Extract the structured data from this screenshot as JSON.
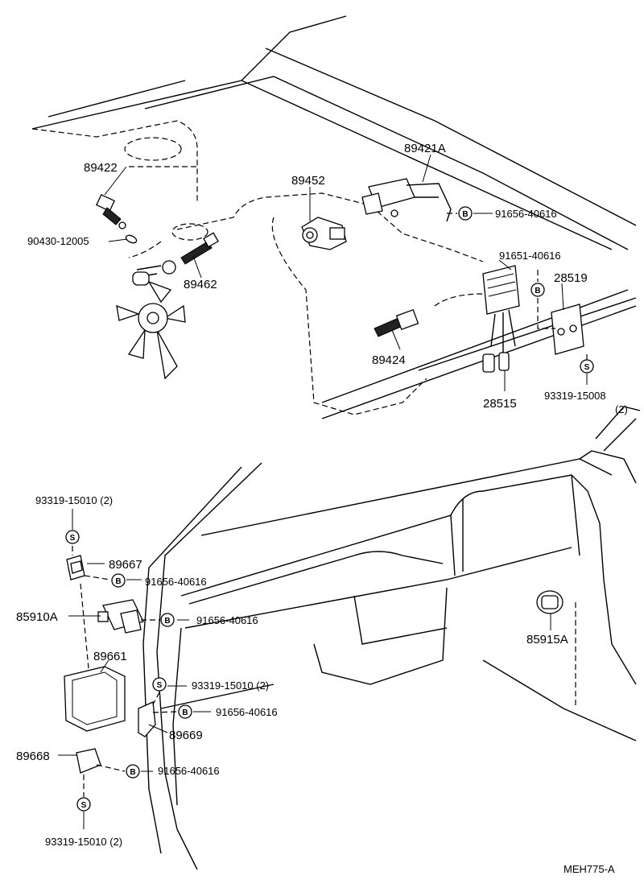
{
  "diagram": {
    "part_labels": {
      "p89422": "89422",
      "p90430": "90430-12005",
      "p89462": "89462",
      "p89452": "89452",
      "p89421A": "89421A",
      "p91656a": "91656-40616",
      "p91651": "91651-40616",
      "p28519": "28519",
      "p89424": "89424",
      "p28515": "28515",
      "p93319_15008": "93319-15008",
      "p93319_15008_qty": "(2)",
      "p93319a": "93319-15010 (2)",
      "p89667": "89667",
      "p91656b": "91656-40616",
      "p85910A": "85910A",
      "p91656c": "91656-40616",
      "p89661": "89661",
      "p93319b": "93319-15010 (2)",
      "p91656d": "91656-40616",
      "p89669": "89669",
      "p89668": "89668",
      "p91656e": "91656-40616",
      "p93319c": "93319-15010 (2)",
      "p85915A": "85915A"
    },
    "fastener_marks": {
      "bolt": "B",
      "screw": "S"
    },
    "drawing_code": "MEH775-A"
  }
}
